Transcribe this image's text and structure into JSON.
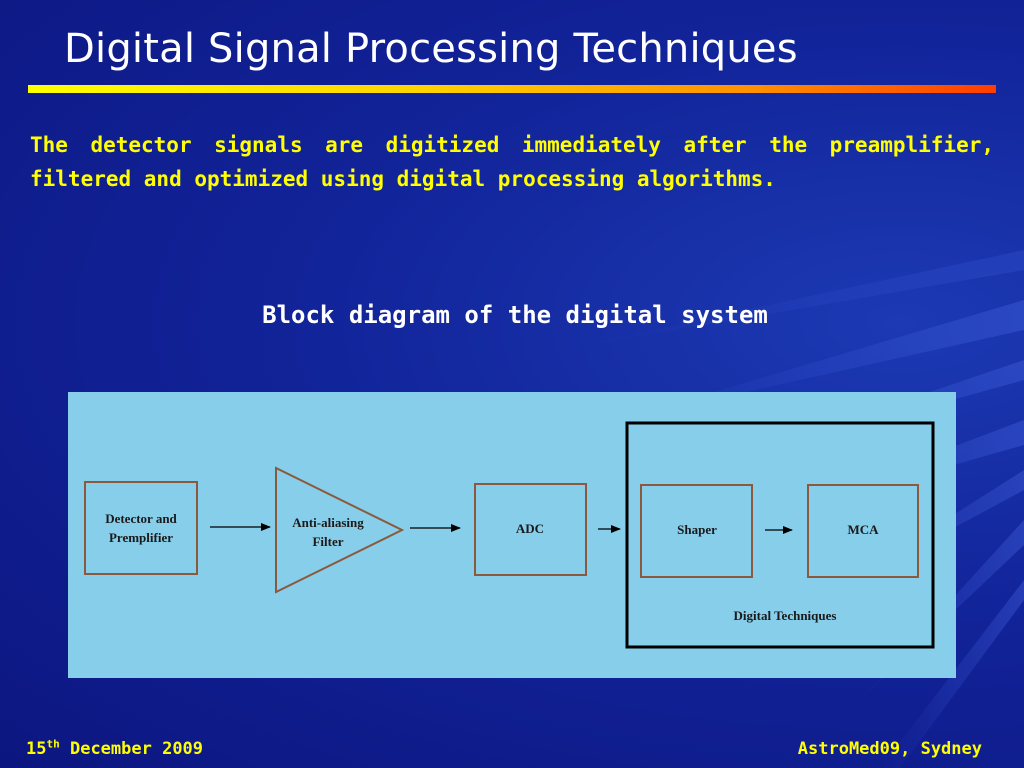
{
  "slide": {
    "title": "Digital Signal Processing Techniques",
    "intro": "The detector signals are digitized immediately after the preamplifier, filtered and optimized using digital processing algorithms.",
    "caption": "Block diagram of the digital system"
  },
  "diagram": {
    "blocks": {
      "detector_line1": "Detector and",
      "detector_line2": "Premplifier",
      "filter_line1": "Anti-aliasing",
      "filter_line2": "Filter",
      "adc": "ADC",
      "shaper": "Shaper",
      "mca": "MCA"
    },
    "group_label": "Digital Techniques"
  },
  "footer": {
    "day": "15",
    "day_suffix": "th",
    "month_year": " December 2009",
    "event": "AstroMed09, Sydney"
  },
  "colors": {
    "title_text": "#ffffff",
    "body_text": "#ffff00",
    "diagram_background": "#87ceeb",
    "block_stroke": "#8b5a3c",
    "group_stroke": "#000000"
  }
}
